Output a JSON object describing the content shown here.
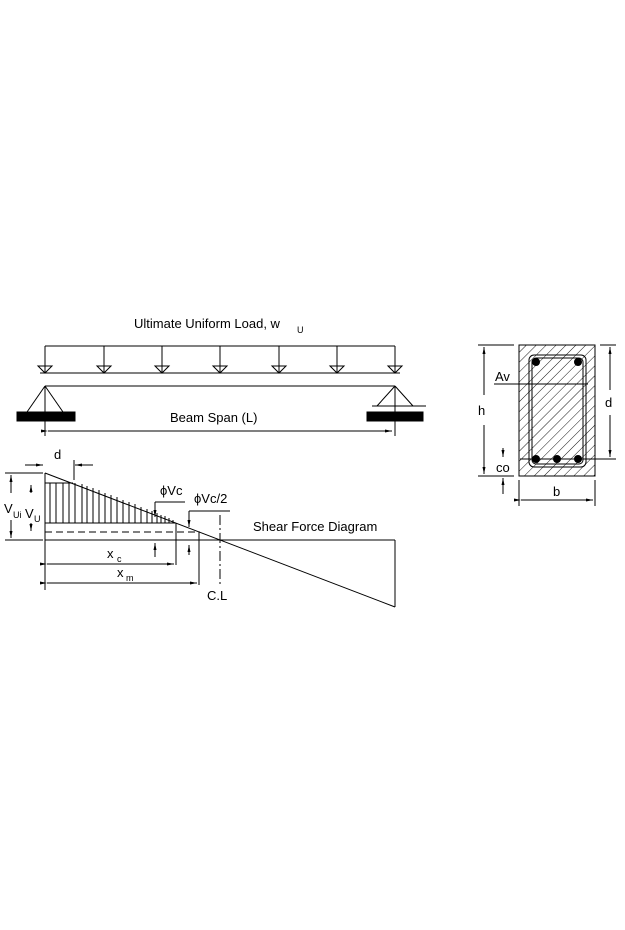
{
  "beam": {
    "load_title": "Ultimate Uniform Load, w",
    "load_subscript": "U",
    "span_label": "Beam Span (L)"
  },
  "shear_diagram": {
    "title": "Shear Force Diagram",
    "d_label": "d",
    "vui_label": "V",
    "vui_sub": "Ui",
    "vu_label": "V",
    "vu_sub": "U",
    "phi_vc_label": "ϕVc",
    "phi_vc2_label": "ϕVc/2",
    "xc_label": "x",
    "xc_sub": "c",
    "xm_label": "x",
    "xm_sub": "m",
    "cl_label": "C.L"
  },
  "cross_section": {
    "av_label": "Av",
    "h_label": "h",
    "d_label": "d",
    "co_label": "co",
    "b_label": "b"
  },
  "colors": {
    "line": "#000000",
    "background": "#ffffff"
  }
}
